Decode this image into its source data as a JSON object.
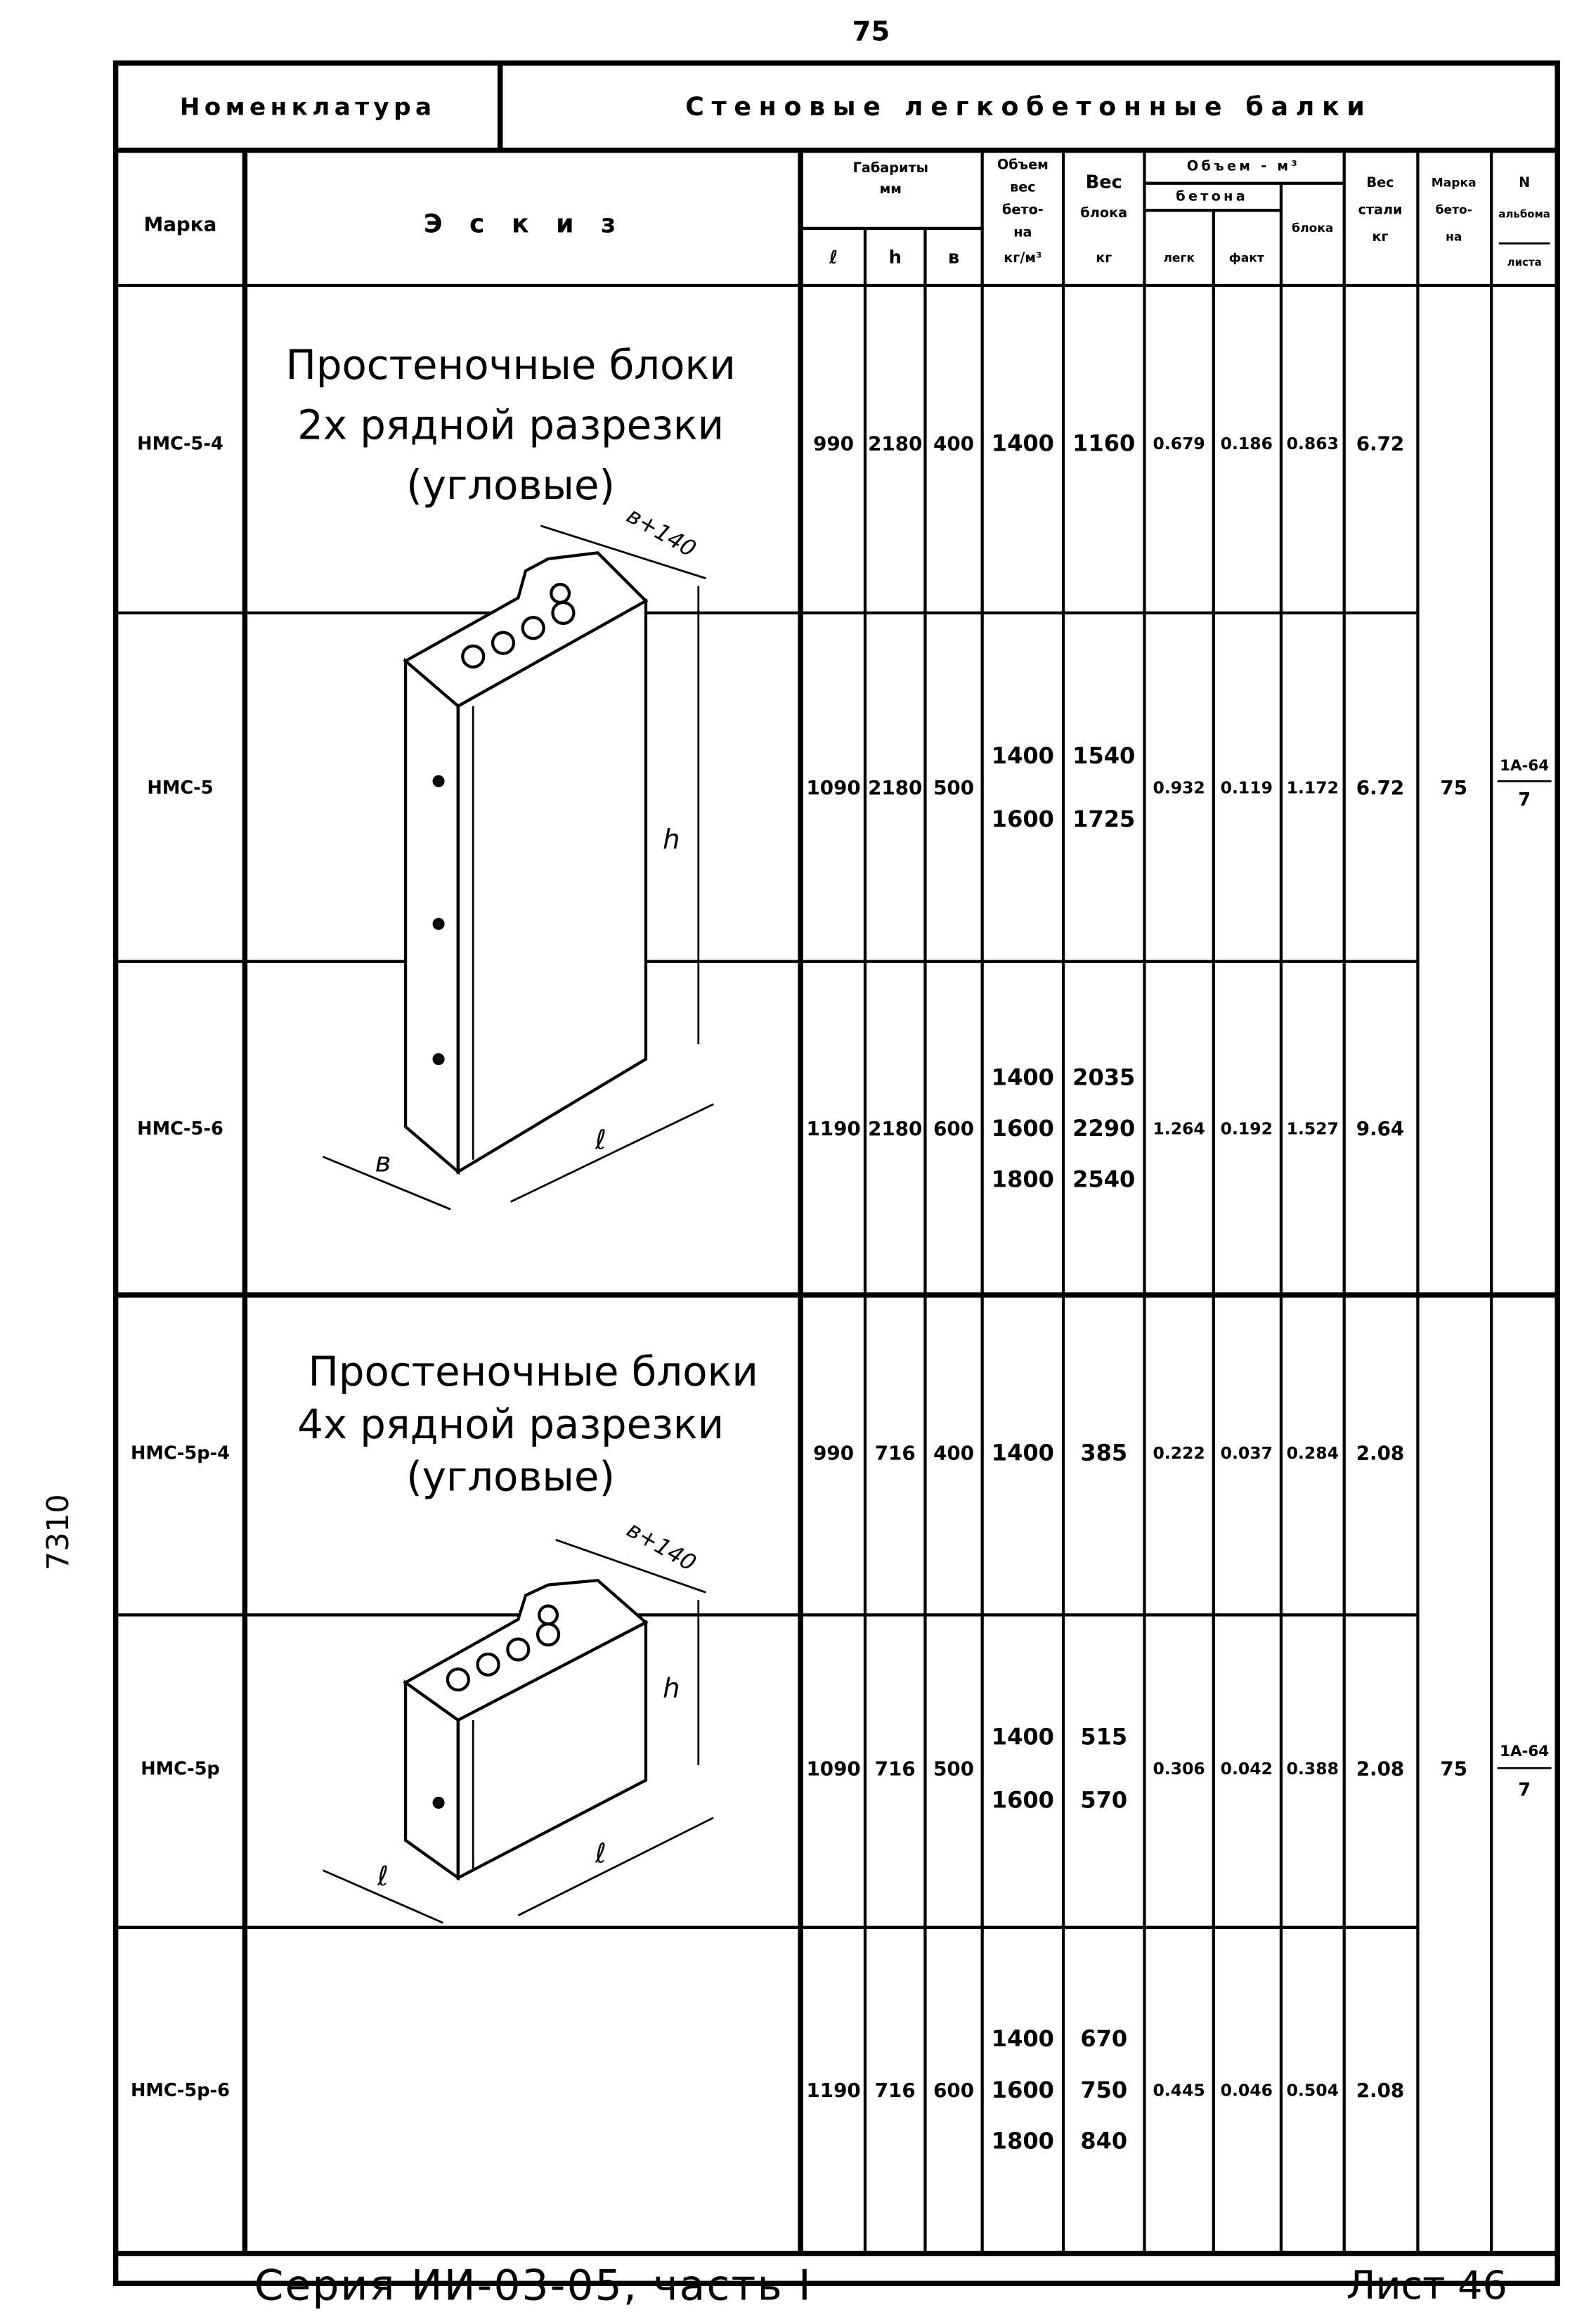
{
  "page_number": "75",
  "side_note": "7310",
  "header": {
    "nomenclature": "Номенклатура",
    "title": "Стеновые легкобетонные балки",
    "col_mark": "Марка",
    "col_sketch": "Эскиз",
    "dimensions": "Габариты",
    "dimensions_unit": "мм",
    "dim_l": "ℓ",
    "dim_h": "h",
    "dim_b": "в",
    "concrete_weight": [
      "Объем",
      "вес",
      "бето-",
      "на",
      "кг/м³"
    ],
    "block_weight": [
      "Вес",
      "блока",
      "кг"
    ],
    "volume": "Объем - м³",
    "volume_concrete": "бетона",
    "volume_light": "легк",
    "volume_fact": "факт",
    "volume_block": "блока",
    "steel_weight": [
      "Вес",
      "стали",
      "кг"
    ],
    "concrete_grade": [
      "Марка",
      "бето-",
      "на"
    ],
    "album": [
      "N",
      "альбома",
      "листа"
    ]
  },
  "groups": [
    {
      "title": [
        "Простеночные блоки",
        "2х рядной разрезки",
        "(угловые)"
      ],
      "dims": {
        "top": "в+140",
        "height": "h",
        "width": "в",
        "length": "ℓ"
      },
      "concrete_grade": "75",
      "album": {
        "num": "1А-64",
        "sheet": "7"
      }
    },
    {
      "title": [
        "Простеночные блоки",
        "4х рядной разрезки",
        "(угловые)"
      ],
      "dims": {
        "top": "в+140",
        "height": "h",
        "width": "ℓ",
        "length": "ℓ"
      },
      "concrete_grade": "75",
      "album": {
        "num": "1А-64",
        "sheet": "7"
      }
    }
  ],
  "rows": [
    {
      "mark": "НМС-5-4",
      "l": "990",
      "h": "2180",
      "b": "400",
      "density": [
        "1400"
      ],
      "weight": [
        "1160"
      ],
      "v_light": "0.679",
      "v_fact": "0.186",
      "v_block": "0.863",
      "steel": "6.72"
    },
    {
      "mark": "НМС-5",
      "l": "1090",
      "h": "2180",
      "b": "500",
      "density": [
        "1400",
        "1600"
      ],
      "weight": [
        "1540",
        "1725"
      ],
      "v_light": "0.932",
      "v_fact": "0.119",
      "v_block": "1.172",
      "steel": "6.72"
    },
    {
      "mark": "НМС-5-6",
      "l": "1190",
      "h": "2180",
      "b": "600",
      "density": [
        "1400",
        "1600",
        "1800"
      ],
      "weight": [
        "2035",
        "2290",
        "2540"
      ],
      "v_light": "1.264",
      "v_fact": "0.192",
      "v_block": "1.527",
      "steel": "9.64"
    },
    {
      "mark": "НМС-5р-4",
      "l": "990",
      "h": "716",
      "b": "400",
      "density": [
        "1400"
      ],
      "weight": [
        "385"
      ],
      "v_light": "0.222",
      "v_fact": "0.037",
      "v_block": "0.284",
      "steel": "2.08"
    },
    {
      "mark": "НМС-5р",
      "l": "1090",
      "h": "716",
      "b": "500",
      "density": [
        "1400",
        "1600"
      ],
      "weight": [
        "515",
        "570"
      ],
      "v_light": "0.306",
      "v_fact": "0.042",
      "v_block": "0.388",
      "steel": "2.08"
    },
    {
      "mark": "НМС-5р-6",
      "l": "1190",
      "h": "716",
      "b": "600",
      "density": [
        "1400",
        "1600",
        "1800"
      ],
      "weight": [
        "670",
        "750",
        "840"
      ],
      "v_light": "0.445",
      "v_fact": "0.046",
      "v_block": "0.504",
      "steel": "2.08"
    }
  ],
  "footer": {
    "series": "Серия ИИ-03-05, часть I",
    "sheet": "Лист 46"
  }
}
